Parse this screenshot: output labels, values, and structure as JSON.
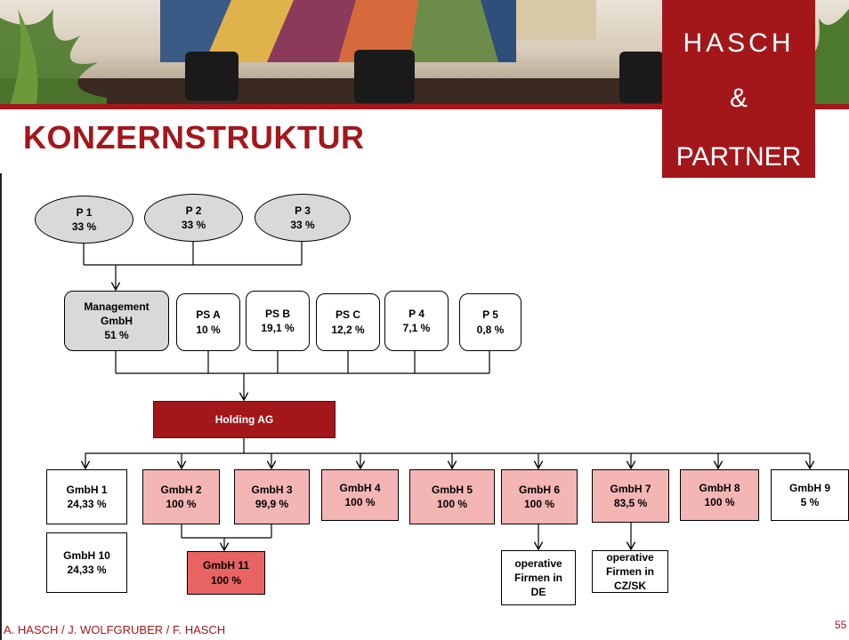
{
  "title": "KONZERNSTRUKTUR",
  "logo": {
    "line1": "HASCH",
    "line2": "&",
    "line3": "PARTNER"
  },
  "shareholders": [
    {
      "name": "P 1",
      "pct": "33 %"
    },
    {
      "name": "P 2",
      "pct": "33 %"
    },
    {
      "name": "P 3",
      "pct": "33 %"
    }
  ],
  "partners": [
    {
      "label": "Management\nGmbH\n51 %"
    },
    {
      "label": "PS A\n10 %"
    },
    {
      "label": "PS B\n19,1 %"
    },
    {
      "label": "PS C\n12,2 %"
    },
    {
      "label": "P 4\n7,1 %"
    },
    {
      "label": "P 5\n0,8 %"
    }
  ],
  "holding": "Holding AG",
  "subsidiaries": [
    {
      "label": "GmbH 1\n24,33 %"
    },
    {
      "label": "GmbH 2\n100 %"
    },
    {
      "label": "GmbH 3\n99,9 %"
    },
    {
      "label": "GmbH 4\n100 %"
    },
    {
      "label": "GmbH 5\n100 %"
    },
    {
      "label": "GmbH 6\n100 %"
    },
    {
      "label": "GmbH 7\n83,5 %"
    },
    {
      "label": "GmbH 8\n100 %"
    },
    {
      "label": "GmbH 9\n5 %"
    }
  ],
  "gmbh10": "GmbH 10\n24,33 %",
  "gmbh11": "GmbH 11\n100 %",
  "operative_de": "operative\nFirmen in\nDE",
  "operative_czsk": "operative\nFirmen in\nCZ/SK",
  "footer": "A. HASCH / J. WOLFGRUBER / F. HASCH",
  "page_number": "55",
  "colors": {
    "brand_red": "#a3171b",
    "light_pink": "#f4b6b5",
    "strong_pink": "#e86463",
    "gray": "#d9d9d9"
  }
}
